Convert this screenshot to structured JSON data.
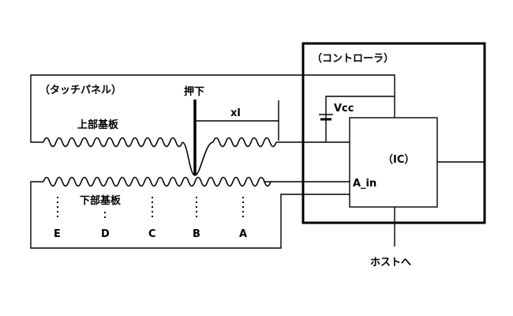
{
  "labels": {
    "controller": "（コントローラ）",
    "touch_panel": "（タッチパネル）",
    "press": "押下",
    "xl": "xl",
    "vcc": "Vcc",
    "upper_board": "上部基板",
    "lower_board": "下部基板",
    "ic": "（IC）",
    "a_in": "A_in",
    "to_host": "ホストへ"
  },
  "positions": [
    "E",
    "D",
    "C",
    "B",
    "A"
  ]
}
